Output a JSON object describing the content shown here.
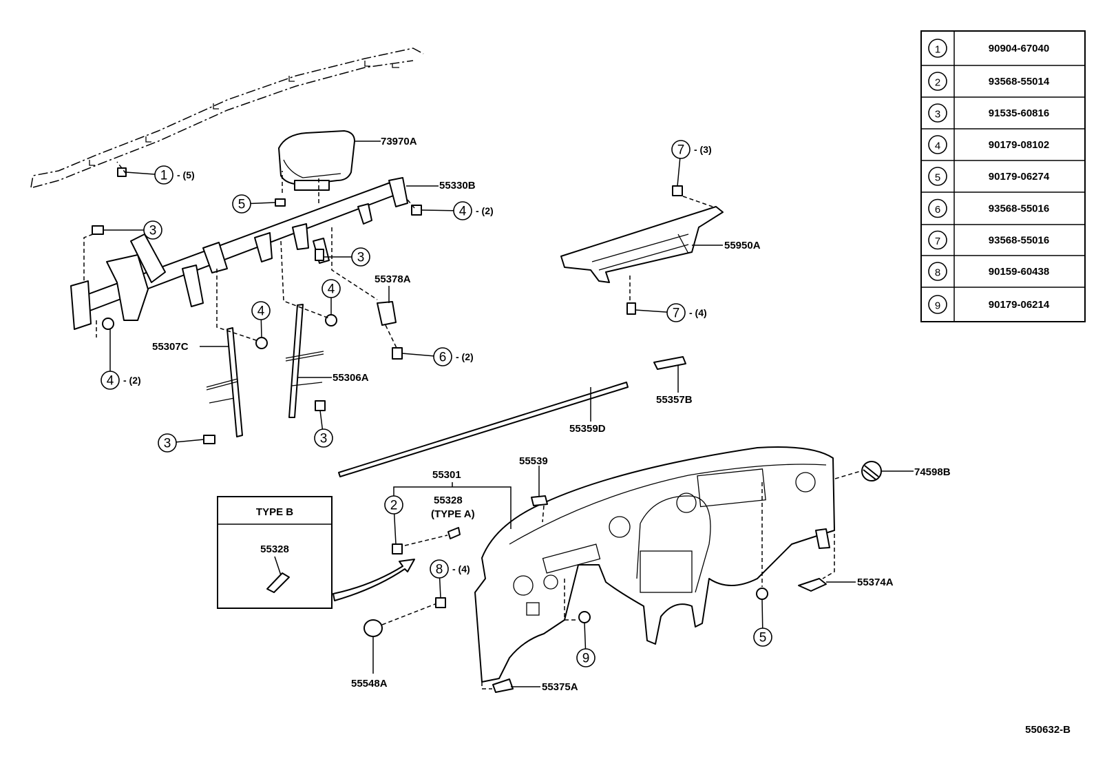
{
  "diagram_code": "550632-B",
  "fastener_table": [
    {
      "ref": "1",
      "part_no": "90904-67040"
    },
    {
      "ref": "2",
      "part_no": "93568-55014"
    },
    {
      "ref": "3",
      "part_no": "91535-60816"
    },
    {
      "ref": "4",
      "part_no": "90179-08102"
    },
    {
      "ref": "5",
      "part_no": "90179-06274"
    },
    {
      "ref": "6",
      "part_no": "93568-55016"
    },
    {
      "ref": "7",
      "part_no": "93568-55016"
    },
    {
      "ref": "8",
      "part_no": "90159-60438"
    },
    {
      "ref": "9",
      "part_no": "90179-06214"
    }
  ],
  "callouts": [
    {
      "ref": "1",
      "qty": "- (5)"
    },
    {
      "ref": "5",
      "qty": ""
    },
    {
      "ref": "4",
      "qty": "- (2)"
    },
    {
      "ref": "3",
      "qty": ""
    },
    {
      "ref": "3",
      "qty": ""
    },
    {
      "ref": "4",
      "qty": ""
    },
    {
      "ref": "4",
      "qty": ""
    },
    {
      "ref": "4",
      "qty": "- (2)"
    },
    {
      "ref": "6",
      "qty": "- (2)"
    },
    {
      "ref": "3",
      "qty": ""
    },
    {
      "ref": "3",
      "qty": ""
    },
    {
      "ref": "7",
      "qty": "- (3)"
    },
    {
      "ref": "7",
      "qty": "- (4)"
    },
    {
      "ref": "2",
      "qty": ""
    },
    {
      "ref": "8",
      "qty": "- (4)"
    },
    {
      "ref": "9",
      "qty": ""
    },
    {
      "ref": "5",
      "qty": ""
    }
  ],
  "part_labels": {
    "p73970A": "73970A",
    "p55330B": "55330B",
    "p55378A": "55378A",
    "p55307C": "55307C",
    "p55306A": "55306A",
    "p55950A": "55950A",
    "p55357B": "55357B",
    "p55359D": "55359D",
    "p55539": "55539",
    "p55301": "55301",
    "p55328": "55328",
    "p55328_type": "(TYPE A)",
    "p74598B": "74598B",
    "p55374A": "55374A",
    "p55548A": "55548A",
    "p55375A": "55375A"
  },
  "type_b_box": {
    "title": "TYPE B",
    "part": "55328"
  }
}
